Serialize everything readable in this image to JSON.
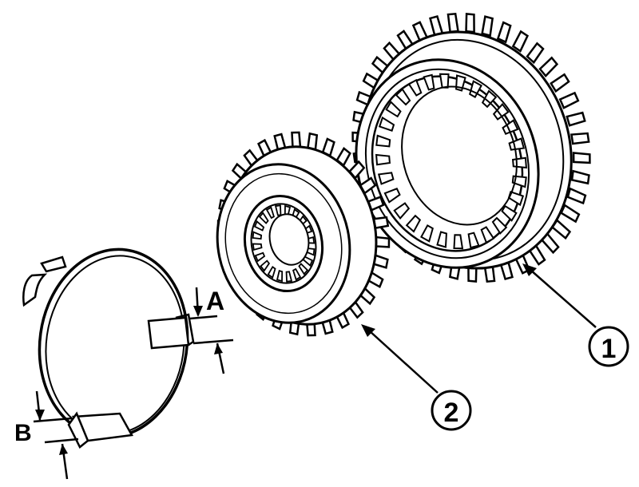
{
  "labels": {
    "dim_a": "A",
    "dim_b": "B",
    "callout_1": "1",
    "callout_2": "2"
  },
  "parts": [
    {
      "id": "1",
      "icon": "synchro-sleeve-ring-gear"
    },
    {
      "id": "2",
      "icon": "synchro-hub-gear"
    },
    {
      "id": "spring",
      "icon": "snap-ring-spring"
    }
  ],
  "colors": {
    "ink": "#000000",
    "paper": "#ffffff"
  }
}
